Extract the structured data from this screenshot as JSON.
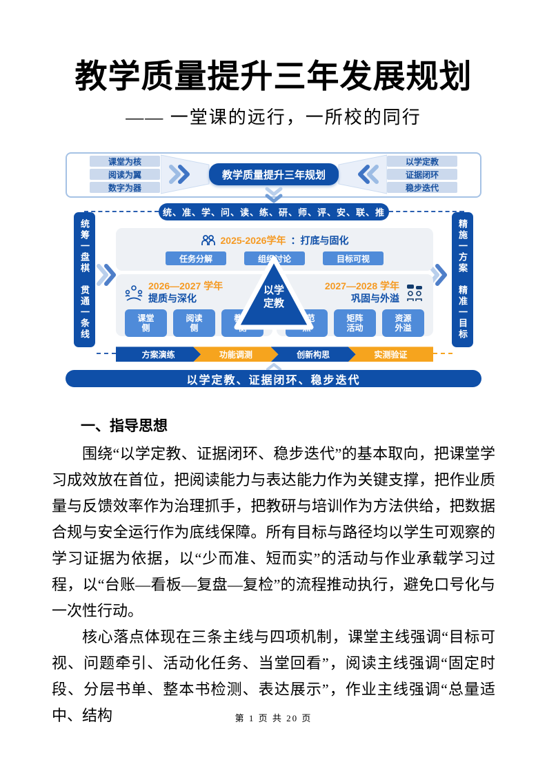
{
  "document": {
    "title": "教学质量提升三年发展规划",
    "subtitle": "—— 一堂课的远行，一所校的同行",
    "heading": "一、指导思想",
    "paragraphs": [
      "围绕“以学定教、证据闭环、稳步迭代”的基本取向，把课堂学习成效放在首位，把阅读能力与表达能力作为关键支撑，把作业质量与反馈效率作为治理抓手，把教研与培训作为方法供给，把数据合规与安全运行作为底线保障。所有目标与路径均以学生可观察的学习证据为依据，以“少而准、短而实”的活动与作业承载学习过程，以“台账—看板—复盘—复检”的流程推动执行，避免口号化与一次性行动。",
      "核心落点体现在三条主线与四项机制，课堂主线强调“目标可视、问题牵引、活动化任务、当堂回看”，阅读主线强调“固定时段、分层书单、整本书检测、表达展示”，作业主线强调“总量适中、结构"
    ],
    "footer": "第 1 页 共 20 页"
  },
  "diagram": {
    "top_left_pills": [
      "课堂为核",
      "阅读为翼",
      "数字为器"
    ],
    "center_title": "教学质量提升三年规划",
    "top_right_pills": [
      "以学定教",
      "证据闭环",
      "稳步迭代"
    ],
    "keywords_band": "统、准、学、问、读、练、研、师、评、安、联、推",
    "left_bar": "统筹一盘棋　贯通一条线",
    "right_bar": "精施一方案　精准一目标",
    "phase1": {
      "year": "2025-2026学年",
      "name": "：打底与固化",
      "buttons": [
        "任务分解",
        "组织讨论",
        "目标可视"
      ]
    },
    "phase2": {
      "year": "2026—2027 学年",
      "name": "提质与深化",
      "buttons": [
        "课堂\n侧",
        "阅读\n侧",
        "教研\n侧"
      ]
    },
    "phase3": {
      "year": "2027—2028 学年",
      "name": "巩固与外溢",
      "buttons": [
        "示范\n点",
        "矩阵\n活动",
        "资源\n外溢"
      ]
    },
    "triangle": "以学\n定教",
    "process_arrows": [
      "方案演练",
      "功能调测",
      "创新构思",
      "实测验证"
    ],
    "bottom_banner": "以学定教、证据闭环、稳步迭代",
    "icons": {
      "phase1": "team-icon",
      "phase2": "discussion-icon",
      "phase3": "presentation-icon"
    },
    "colors": {
      "primary": "#0f4fa8",
      "button_blue": "#4f8bd9",
      "orange": "#f6a41e",
      "year_text": "#f59a23",
      "pill_bg": "#cbd9ed",
      "panel_bg": "#eef1f5"
    }
  }
}
